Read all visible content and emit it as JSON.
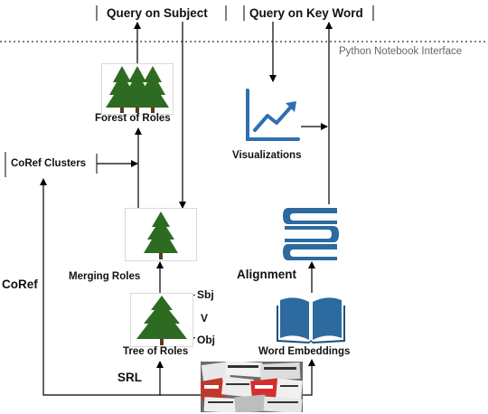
{
  "diagram": {
    "interface_label": "Python Notebook Interface",
    "query_subject": "Query on Subject",
    "query_keyword": "Query on Key Word",
    "forest_of_roles": "Forest of Roles",
    "coref_clusters": "CoRef Clusters",
    "merging_roles": "Merging Roles",
    "tree_of_roles": "Tree of Roles",
    "sbj": "Sbj",
    "v": "V",
    "obj": "Obj",
    "coref": "CoRef",
    "srl": "SRL",
    "visualizations": "Visualizations",
    "alignment": "Alignment",
    "word_embeddings": "Word Embeddings"
  },
  "icons": [
    "forest-icon",
    "tree-icon",
    "chart-line-icon",
    "book-stack-icon",
    "open-book-icon",
    "newspapers-image"
  ],
  "colors": {
    "tree_green": "#2e6b22",
    "book_blue": "#2c6aa0",
    "chart_blue": "#2f6fb0",
    "line": "#000000",
    "interface_divider": "#555555"
  }
}
